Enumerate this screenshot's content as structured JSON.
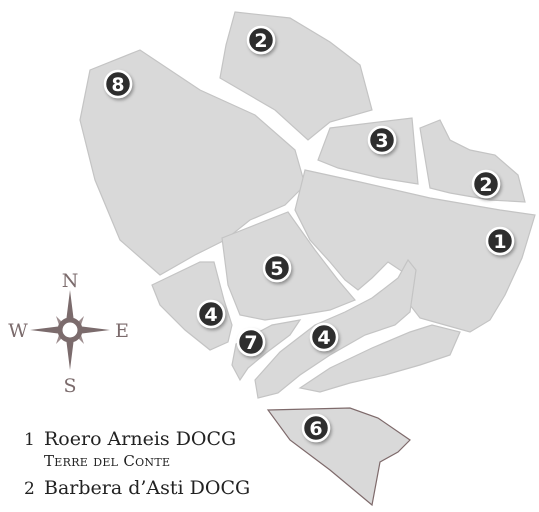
{
  "colors": {
    "parcel_fill": "#d9d9d9",
    "highlight_fill": "#9c8788",
    "badge_fill": "#2f2f2f",
    "compass_color": "#7b6b6c"
  },
  "parcels": [
    {
      "number": "1"
    },
    {
      "number": "2"
    },
    {
      "number": "2"
    },
    {
      "number": "3"
    },
    {
      "number": "4"
    },
    {
      "number": "4"
    },
    {
      "number": "5"
    },
    {
      "number": "6",
      "highlighted": true
    },
    {
      "number": "7"
    },
    {
      "number": "8"
    }
  ],
  "compass": {
    "north": "N",
    "south": "S",
    "east": "E",
    "west": "W"
  },
  "legend": [
    {
      "number": "1",
      "name": "Roero Arneis DOCG",
      "subtitle": "Terre del Conte"
    },
    {
      "number": "2",
      "name": "Barbera d’Asti DOCG",
      "subtitle": ""
    }
  ]
}
